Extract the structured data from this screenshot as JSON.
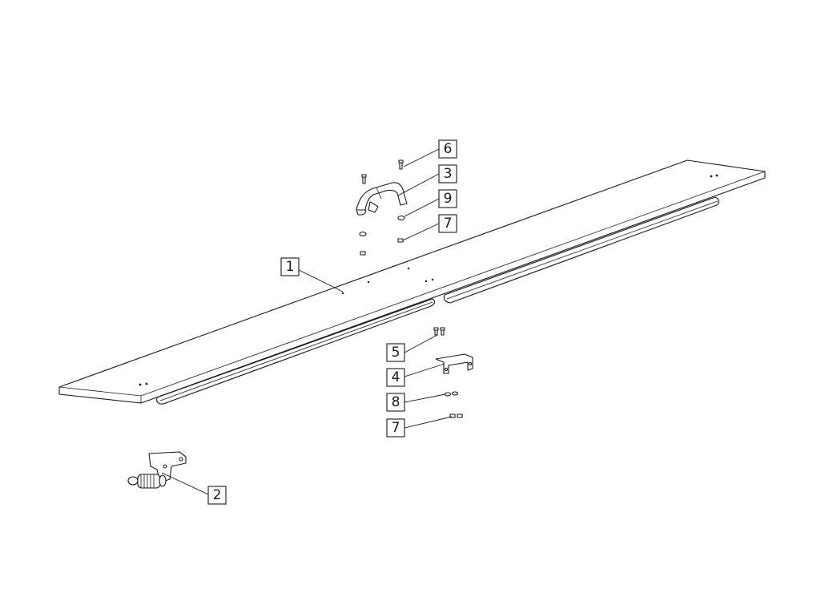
{
  "callouts": [
    {
      "id": "c1",
      "label": "1"
    },
    {
      "id": "c2",
      "label": "2"
    },
    {
      "id": "c3",
      "label": "3"
    },
    {
      "id": "c4",
      "label": "4"
    },
    {
      "id": "c5",
      "label": "5"
    },
    {
      "id": "c6",
      "label": "6"
    },
    {
      "id": "c7a",
      "label": "7"
    },
    {
      "id": "c7b",
      "label": "7"
    },
    {
      "id": "c8",
      "label": "8"
    },
    {
      "id": "c9",
      "label": "9"
    }
  ]
}
